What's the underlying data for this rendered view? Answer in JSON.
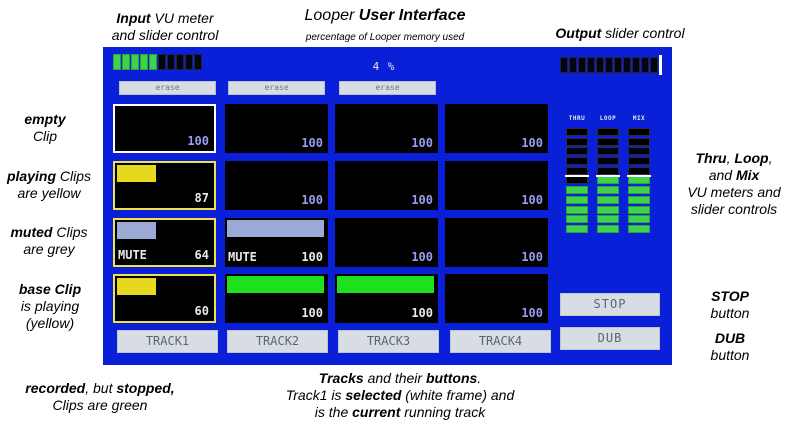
{
  "annotations": {
    "input": {
      "b": "Input",
      "rest": " VU meter",
      "l2": "and slider control"
    },
    "title": {
      "a": "Looper ",
      "b": "User Interface"
    },
    "subtitle": "percentage of Looper memory used",
    "output": {
      "b": "Output",
      "rest": " slider control"
    },
    "empty": {
      "b": "empty",
      "l2": "Clip"
    },
    "playing": {
      "b": "playing",
      "rest": " Clips",
      "l2": "are yellow"
    },
    "muted": {
      "b": "muted",
      "rest": " Clips",
      "l2": "are grey"
    },
    "base": {
      "b": "base Clip",
      "l2": "is playing",
      "l3": "(yellow)"
    },
    "recorded": {
      "b1": "recorded",
      "mid": ", but ",
      "b2": "stopped,",
      "l2": "Clips are green"
    },
    "tracks": {
      "b": "Tracks",
      "rest": " and their ",
      "b2": "buttons",
      "end": ".",
      "l2a": "Track1 is ",
      "l2b": "selected",
      "l2c": " (white frame) and",
      "l3a": "is the ",
      "l3b": "current",
      "l3c": " running track"
    },
    "thru": {
      "b1": "Thru",
      "c1": ", ",
      "b2": "Loop",
      "c2": ",",
      "l2a": "and ",
      "l2b": "Mix",
      "l3": "VU meters and",
      "l4": "slider controls"
    },
    "stop": {
      "b": "STOP",
      "l2": "button"
    },
    "dub": {
      "b": "DUB",
      "l2": "button"
    }
  },
  "screen": {
    "memory_used": "4 %",
    "input_vu": {
      "lit": 5,
      "total": 10
    },
    "output_vu": {
      "lit": 0,
      "total": 11
    },
    "erase_labels": [
      "erase",
      "erase",
      "erase"
    ],
    "tracks": [
      {
        "label": "TRACK1",
        "clips": [
          {
            "state": "empty",
            "value": "100",
            "bar": 0
          },
          {
            "state": "playing",
            "value": "87",
            "bar": 0.4
          },
          {
            "state": "muted",
            "value": "64",
            "mute": "MUTE",
            "bar": 0.4
          },
          {
            "state": "playing",
            "value": "60",
            "bar": 0.4
          }
        ]
      },
      {
        "label": "TRACK2",
        "clips": [
          {
            "state": "empty",
            "value": "100",
            "bar": 0
          },
          {
            "state": "empty",
            "value": "100",
            "bar": 0
          },
          {
            "state": "muted",
            "value": "100",
            "mute": "MUTE",
            "bar": 1.0
          },
          {
            "state": "recorded",
            "value": "100",
            "bar": 1.0
          }
        ]
      },
      {
        "label": "TRACK3",
        "clips": [
          {
            "state": "empty",
            "value": "100",
            "bar": 0
          },
          {
            "state": "empty",
            "value": "100",
            "bar": 0
          },
          {
            "state": "empty",
            "value": "100",
            "bar": 0
          },
          {
            "state": "recorded",
            "value": "100",
            "bar": 1.0
          }
        ]
      },
      {
        "label": "TRACK4",
        "clips": [
          {
            "state": "empty",
            "value": "100",
            "bar": 0
          },
          {
            "state": "empty",
            "value": "100",
            "bar": 0
          },
          {
            "state": "empty",
            "value": "100",
            "bar": 0
          },
          {
            "state": "empty",
            "value": "100",
            "bar": 0
          }
        ]
      }
    ],
    "meters": [
      {
        "label": "THRU",
        "level": 0.42,
        "slider": 0.55
      },
      {
        "label": "LOOP",
        "level": 0.55,
        "slider": 0.55
      },
      {
        "label": "MIX",
        "level": 0.55,
        "slider": 0.55
      }
    ],
    "stop_label": "STOP",
    "dub_label": "DUB"
  },
  "colors": {
    "screen_bg": "#0a1fd8",
    "playing": "#e6d81e",
    "muted": "#9aa9d6",
    "recorded": "#1fe01f",
    "value_text": "#9a9cf0"
  }
}
